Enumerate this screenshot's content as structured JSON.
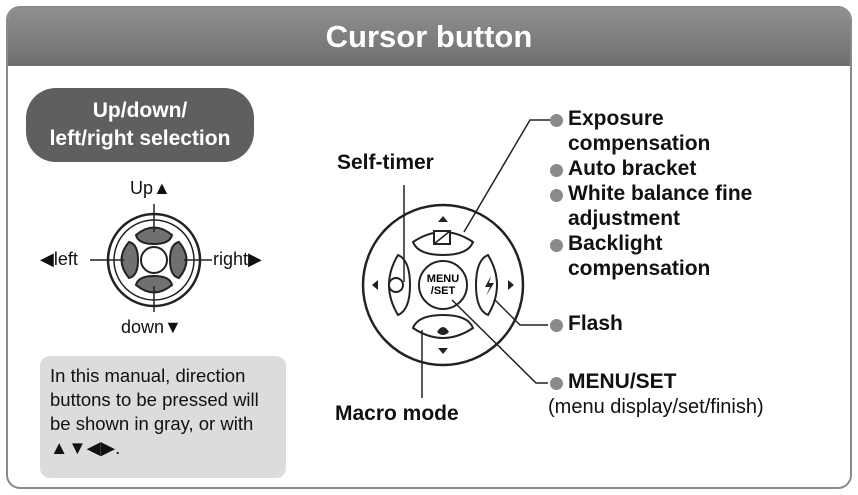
{
  "header": {
    "title": "Cursor button"
  },
  "selection_pill": {
    "line1": "Up/down/",
    "line2": "left/right selection"
  },
  "small_pad": {
    "up": "Up▲",
    "left": "◀left",
    "right": "right▶",
    "down": "down▼"
  },
  "note": {
    "text": "In this manual, direction buttons to be pressed will be shown in gray, or with ▲▼◀▶."
  },
  "large_pad": {
    "center_label_1": "MENU",
    "center_label_2": "/SET",
    "self_timer": "Self-timer",
    "macro_mode": "Macro mode"
  },
  "functions": {
    "exposure_1": "Exposure",
    "exposure_2": "compensation",
    "auto_bracket": "Auto bracket",
    "white_balance_1": "White balance fine",
    "white_balance_2": "adjustment",
    "backlight_1": "Backlight",
    "backlight_2": "compensation",
    "flash": "Flash",
    "menu_set": "MENU/SET",
    "menu_set_desc": "(menu display/set/finish)"
  },
  "colors": {
    "header": "#7f7f7f",
    "pill": "#5f5f5f",
    "note_bg": "#dcdcdc",
    "pressed": "#6e6e6e",
    "dot": "#8a8a8a"
  }
}
